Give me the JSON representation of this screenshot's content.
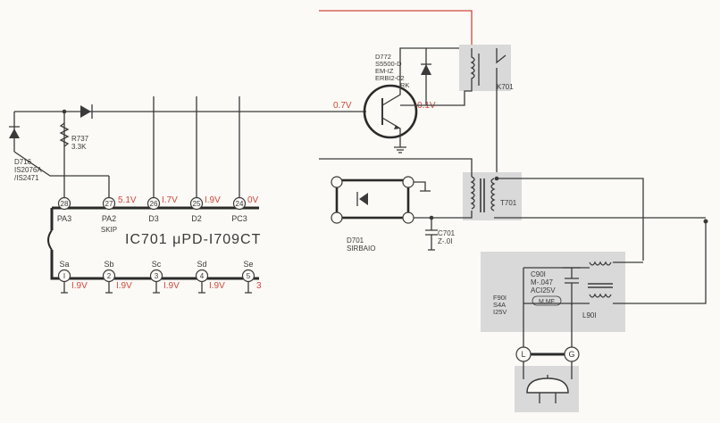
{
  "components": {
    "d716": {
      "ref": "D716",
      "part1": "IS2076A",
      "part2": "/IS2471"
    },
    "r737": {
      "ref": "R737",
      "value": "3.3K"
    },
    "d772": {
      "ref": "D772",
      "part1": "S5500-D",
      "part2": "EM-IZ",
      "part3": "ERBI2-02",
      "part4": "RK"
    },
    "q_base_v": "0.7V",
    "q_coll_v": "0.1V",
    "k701": {
      "ref": "K701"
    },
    "t701": {
      "ref": "T701"
    },
    "d701": {
      "ref": "D701",
      "part": "SIRBAIO"
    },
    "c701": {
      "ref": "C701",
      "value": "Z-.0I"
    },
    "c901": {
      "ref": "C90I",
      "value": "M-.047",
      "rating": "ACI25V",
      "badge": "M,MF"
    },
    "f901": {
      "ref": "F90I",
      "rating1": "S4A",
      "rating2": "I25V"
    },
    "l901": {
      "ref": "L90I"
    }
  },
  "ic": {
    "title": "IC701 μPD-I709CT",
    "top_pins": [
      {
        "num": "28",
        "name": "PA3",
        "extra": "",
        "voltage": ""
      },
      {
        "num": "27",
        "name": "PA2",
        "extra": "SKIP",
        "voltage": "5.1V"
      },
      {
        "num": "26",
        "name": "D3",
        "extra": "",
        "voltage": "I.7V"
      },
      {
        "num": "25",
        "name": "D2",
        "extra": "",
        "voltage": "I.9V"
      },
      {
        "num": "24",
        "name": "PC3",
        "extra": "",
        "voltage": "0V"
      }
    ],
    "bottom_pins": [
      {
        "num": "I",
        "name": "Sa",
        "voltage": "I.9V"
      },
      {
        "num": "2",
        "name": "Sb",
        "voltage": "I.9V"
      },
      {
        "num": "3",
        "name": "Sc",
        "voltage": "I.9V"
      },
      {
        "num": "4",
        "name": "Sd",
        "voltage": "I.9V"
      },
      {
        "num": "5",
        "name": "Se",
        "voltage": "3"
      }
    ]
  },
  "plug": {
    "line": "L",
    "ground": "G"
  },
  "colors": {
    "ink": "#3a3a3a",
    "red": "#d0483c",
    "shade": "#d9d9d9",
    "paper": "#fbfaf6"
  }
}
